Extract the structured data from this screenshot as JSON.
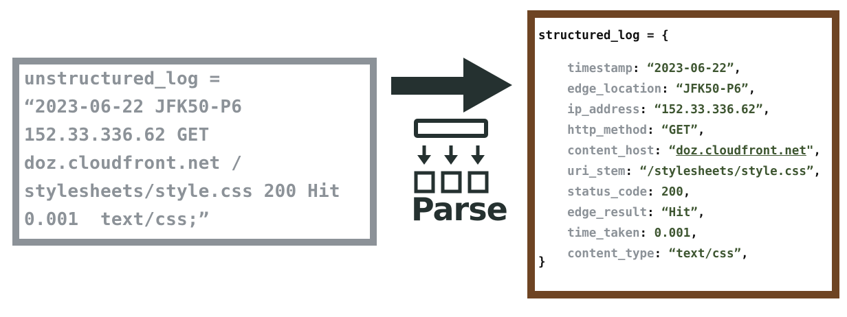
{
  "unstructured": {
    "lines": [
      "unstructured_log =",
      "“2023-06-22 JFK50-P6",
      "152.33.336.62 GET",
      "doz.cloudfront.net /",
      "stylesheets/style.css 200 Hit",
      "0.001  text/css;”"
    ]
  },
  "parse": {
    "label": "Parse"
  },
  "structured": {
    "header": "structured_log = {",
    "fields": [
      {
        "key": "timestamp",
        "sep": ": ",
        "value": "“2023-06-22”",
        "trail": ","
      },
      {
        "key": "edge_location",
        "sep": ": ",
        "value": "“JFK50-P6”",
        "trail": ","
      },
      {
        "key": "ip_address",
        "sep": ": ",
        "value": "“152.33.336.62”",
        "trail": ","
      },
      {
        "key": "http_method",
        "sep": ": ",
        "value": "“GET”",
        "trail": ","
      },
      {
        "key": "content_host",
        "sep": ": ",
        "value_pre": "“",
        "value": "doz.cloudfront.net",
        "value_post": "\"",
        "trail": ","
      },
      {
        "key": "uri_stem",
        "sep": ": ",
        "value": "“/stylesheets/style.css”",
        "trail": ","
      },
      {
        "key": "status_code",
        "sep": ": ",
        "value": "200",
        "trail": ","
      },
      {
        "key": "edge_result",
        "sep": ": ",
        "value": "“Hit”",
        "trail": ","
      },
      {
        "key": "time_taken",
        "sep": ": ",
        "value": "0.001",
        "trail": ","
      },
      {
        "key": "content_type",
        "sep": ": ",
        "value": "“text/css”",
        "trail": ","
      }
    ],
    "footer": "}"
  },
  "colors": {
    "unstructured_border": "#8c9298",
    "structured_border": "#6e4423",
    "arrow": "#253130",
    "key_grey": "#8c9298",
    "value_green": "#3d5530"
  },
  "icons": {
    "arrow": "right-arrow-icon",
    "parse": "parse-icon"
  }
}
